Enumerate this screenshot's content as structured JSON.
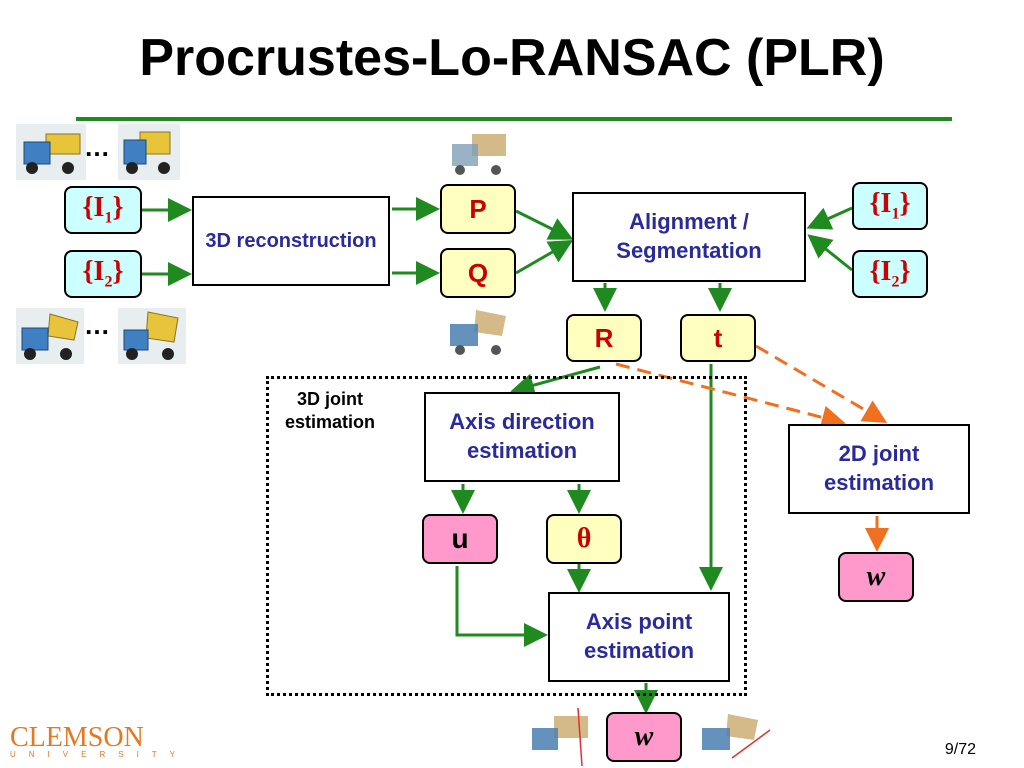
{
  "title": "Procrustes-Lo-RANSAC (PLR)",
  "left_inputs": {
    "i1": "{I1}",
    "i2": "{I2}",
    "ellipsis_top": "…",
    "ellipsis_bottom": "…"
  },
  "right_inputs": {
    "i1": "{I1}",
    "i2": "{I2}"
  },
  "boxes": {
    "reconstruction": "3D reconstruction",
    "alignment": "Alignment / Segmentation",
    "axis_direction": "Axis direction estimation",
    "axis_point": "Axis point estimation",
    "joint2d": "2D joint estimation"
  },
  "tags": {
    "p": "P",
    "q": "Q",
    "r": "R",
    "t": "t",
    "u": "u",
    "theta": "θ",
    "w_right": "w",
    "w_bottom": "w"
  },
  "group_label": "3D joint estimation",
  "page_number": "9/72",
  "logo": {
    "main": "CLEMSON",
    "sub": "UNIVERSITY"
  },
  "colors": {
    "title_rule": "#1f8a1f",
    "solid_arrow": "#1f8a1f",
    "dashed_arrow": "#f07020",
    "box_text": "#2a2a9a",
    "tag_text": "#cc0000"
  }
}
